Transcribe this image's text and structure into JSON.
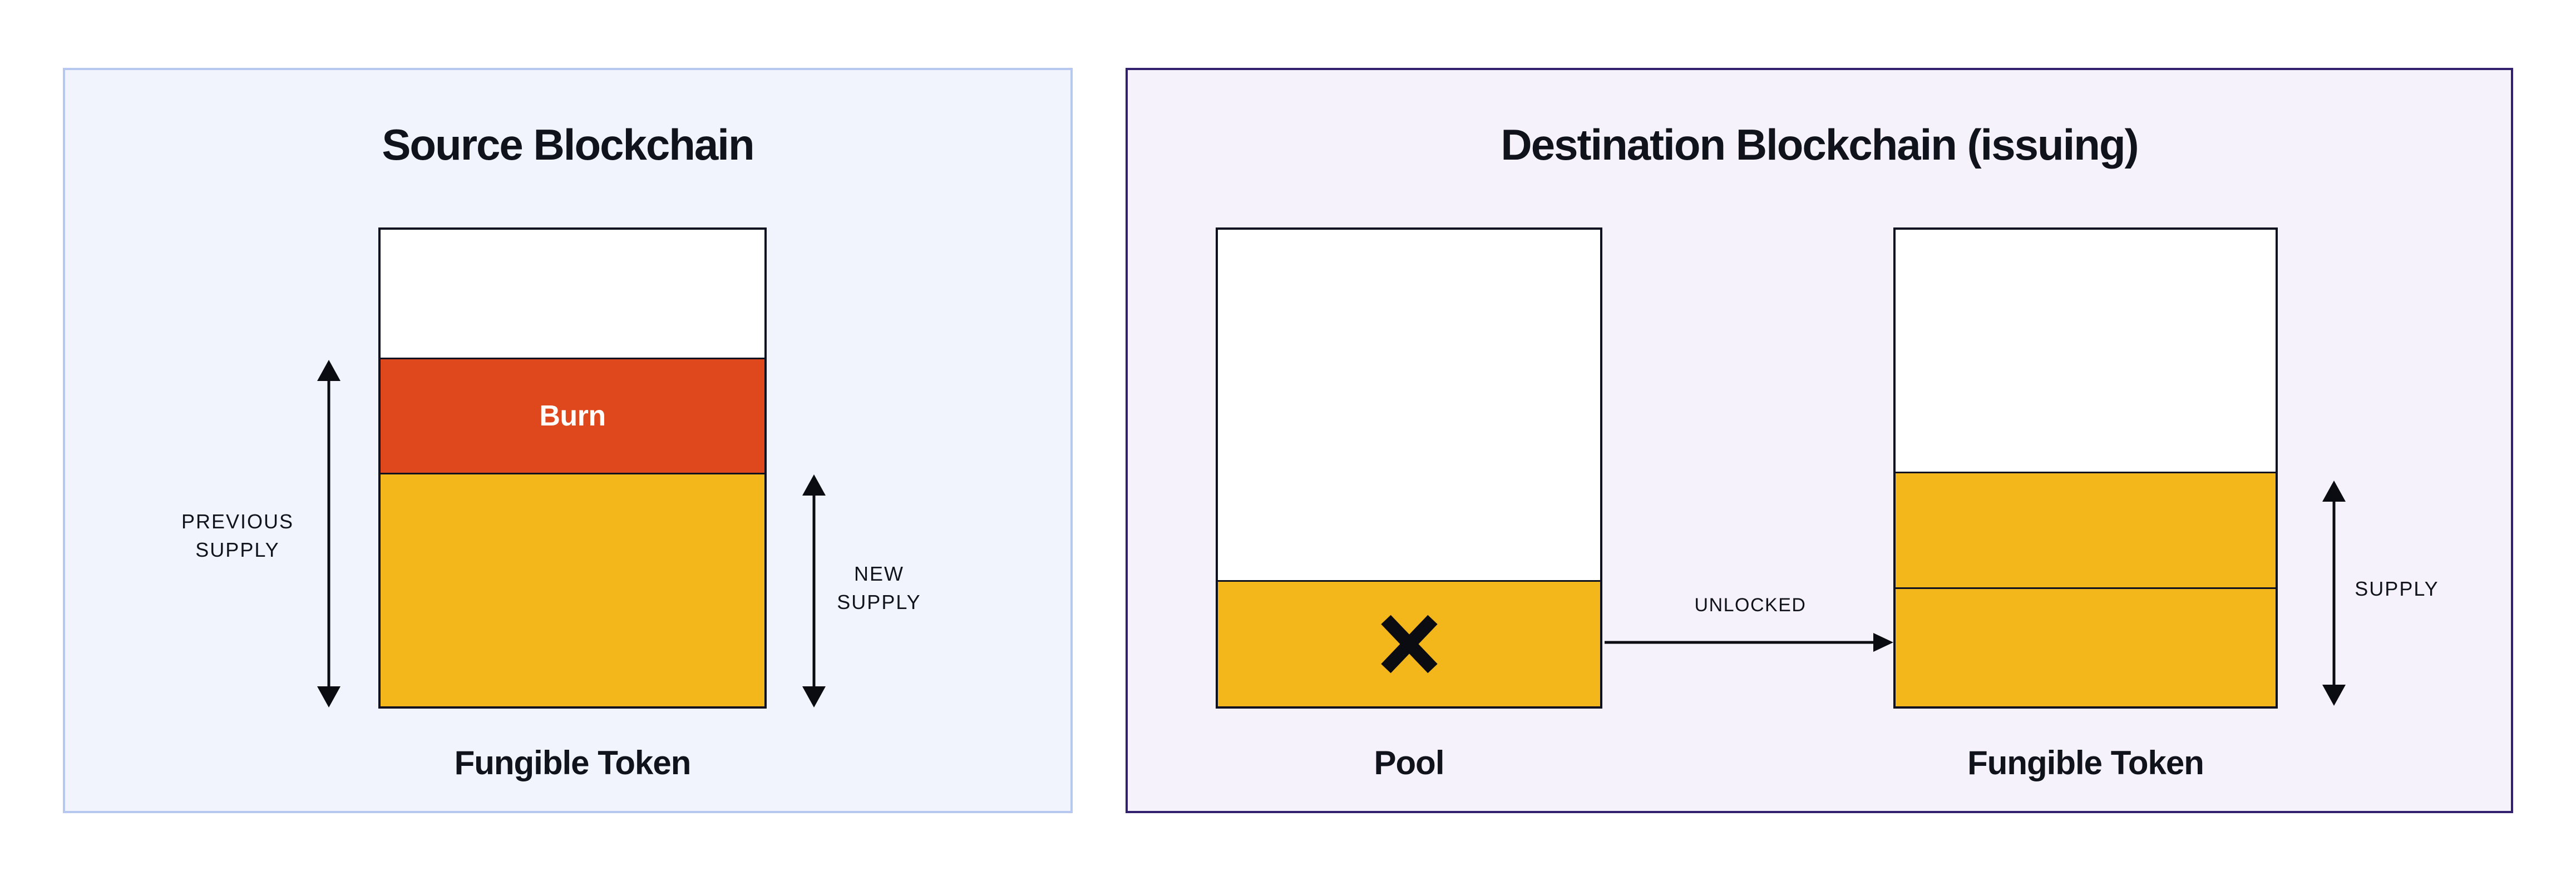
{
  "colors": {
    "page_bg": "#FFFFFF",
    "left_panel_bg": "#F1F4FC",
    "left_panel_border": "#B6C7F0",
    "right_panel_bg": "#F5F2FB",
    "right_panel_border": "#32206F",
    "bar_border": "#0E1220",
    "bar_empty_white": "#FFFFFF",
    "burn_orange": "#DF481C",
    "token_yellow": "#F4B71B",
    "text_dark": "#10121C",
    "burn_text": "#FFFFFF",
    "arrow_color": "#0A0C12"
  },
  "left_panel": {
    "title": "Source Blockchain",
    "burn_label": "Burn",
    "bar_caption": "Fungible Token",
    "previous_supply": {
      "line1": "PREVIOUS",
      "line2": "SUPPLY"
    },
    "new_supply": {
      "line1": "NEW",
      "line2": "SUPPLY"
    }
  },
  "right_panel": {
    "title": "Destination Blockchain (issuing)",
    "pool_caption": "Pool",
    "pool_icon": "x-cross-icon",
    "unlocked_label": "UNLOCKED",
    "token_caption": "Fungible Token",
    "supply_label": "SUPPLY"
  }
}
